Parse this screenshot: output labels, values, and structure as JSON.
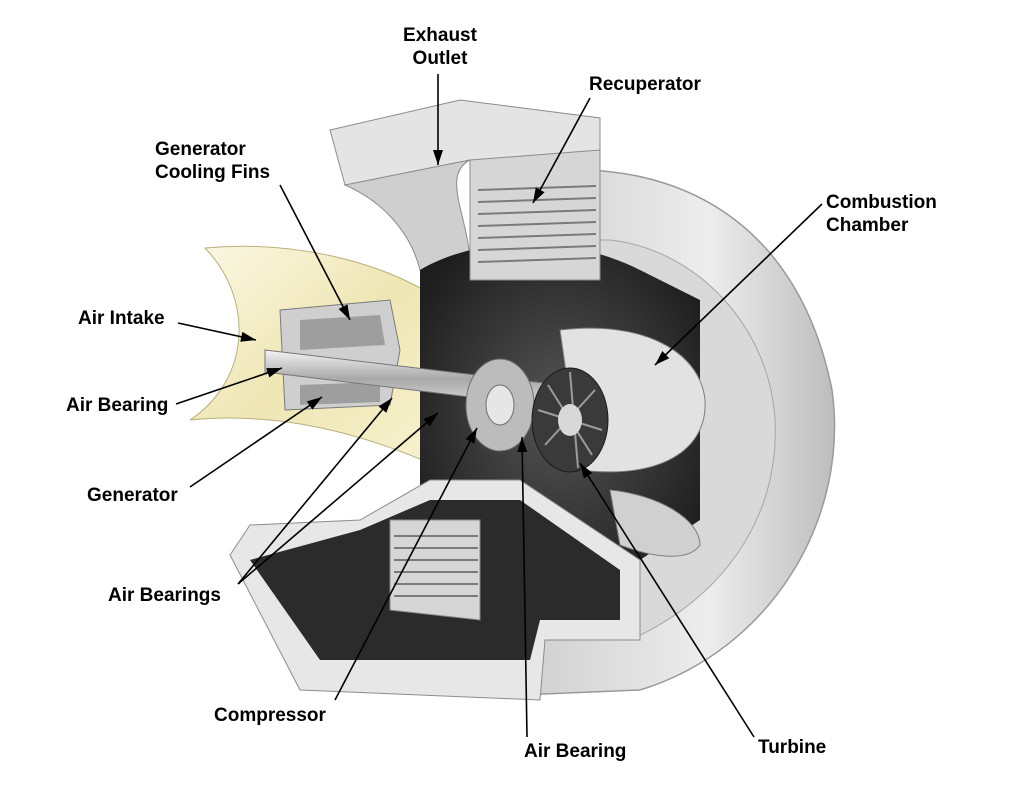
{
  "labels": {
    "exhaust_outlet": "Exhaust\nOutlet",
    "recuperator": "Recuperator",
    "generator_cooling_fins": "Generator\nCooling Fins",
    "combustion_chamber": "Combustion\nChamber",
    "air_intake": "Air Intake",
    "air_bearing_left": "Air Bearing",
    "generator": "Generator",
    "air_bearings": "Air Bearings",
    "compressor": "Compressor",
    "air_bearing_bottom": "Air Bearing",
    "turbine": "Turbine"
  },
  "colors": {
    "metal_light": "#e6e6e6",
    "metal_mid": "#bdbdbd",
    "metal_dark": "#6e6e6e",
    "interior_dark": "#2e2e2e",
    "intake_tint": "#f4efcc",
    "leader_line": "#000000"
  }
}
